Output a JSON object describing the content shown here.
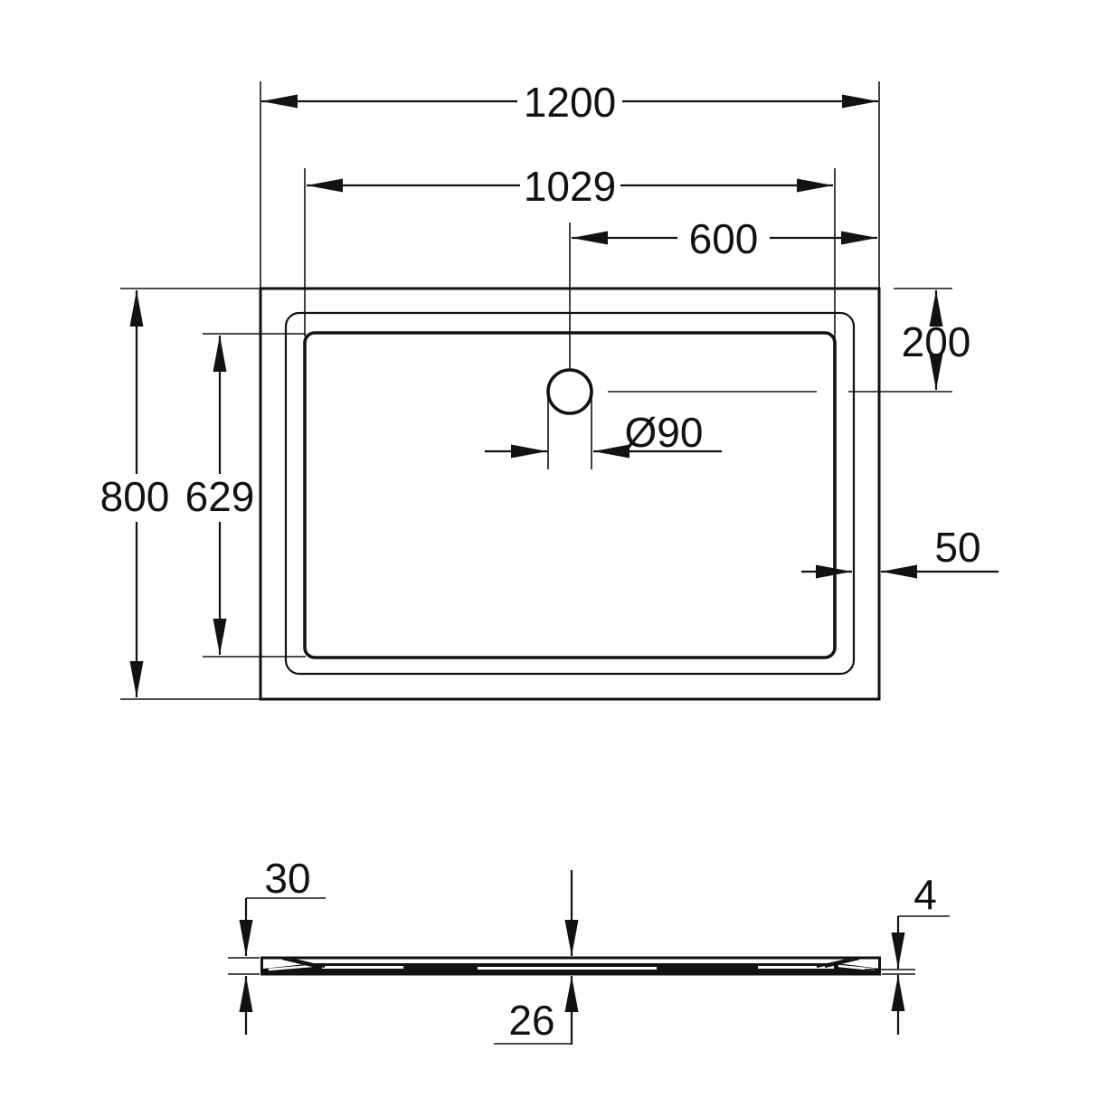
{
  "colors": {
    "line": "#121212",
    "background": "#ffffff"
  },
  "drawing": {
    "description": "shower-tray-dimension-drawing",
    "top_view": {
      "overall_width": "1200",
      "basin_width": "1029",
      "drain_to_right_edge": "600",
      "drain_to_top_edge": "200",
      "overall_depth": "800",
      "basin_depth": "629",
      "drain_diameter": "Ø90",
      "rim_width": "50"
    },
    "side_view": {
      "edge_height": "30",
      "center_height": "26",
      "bottom_lip": "4"
    }
  }
}
